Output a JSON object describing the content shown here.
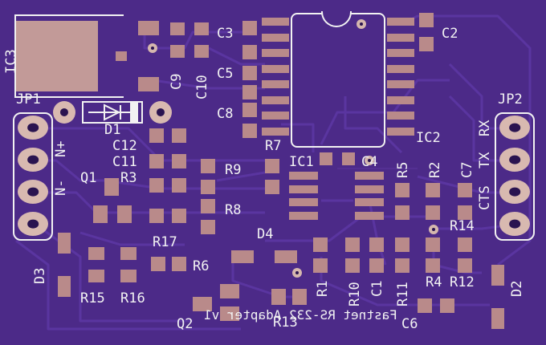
{
  "board": {
    "labels": {
      "ic3": "IC3",
      "jp1": "JP1",
      "jp2": "JP2",
      "d1": "D1",
      "c9": "C9",
      "c10": "C10",
      "c3": "C3",
      "c5": "C5",
      "c8": "C8",
      "c7": "C7",
      "c2": "C2",
      "ic2": "IC2",
      "c12": "C12",
      "c11": "C11",
      "q1": "Q1",
      "r3": "R3",
      "r9": "R9",
      "r8": "R8",
      "r7": "R7",
      "ic1": "IC1",
      "c4": "C4",
      "r5": "R5",
      "r2": "R2",
      "r14": "R14",
      "rx": "RX",
      "tx": "TX",
      "cts": "CTS",
      "n_plus": "N+",
      "n_minus": "N-",
      "d3": "D3",
      "r17": "R17",
      "r6": "R6",
      "d4": "D4",
      "r15": "R15",
      "r16": "R16",
      "q2": "Q2",
      "r13": "R13",
      "r1": "R1",
      "r10": "R10",
      "c1": "C1",
      "r11": "R11",
      "r4": "R4",
      "r12": "R12",
      "d2": "D2",
      "c6": "C6",
      "title": "Fastnet RS-232 Adapter v1"
    }
  }
}
